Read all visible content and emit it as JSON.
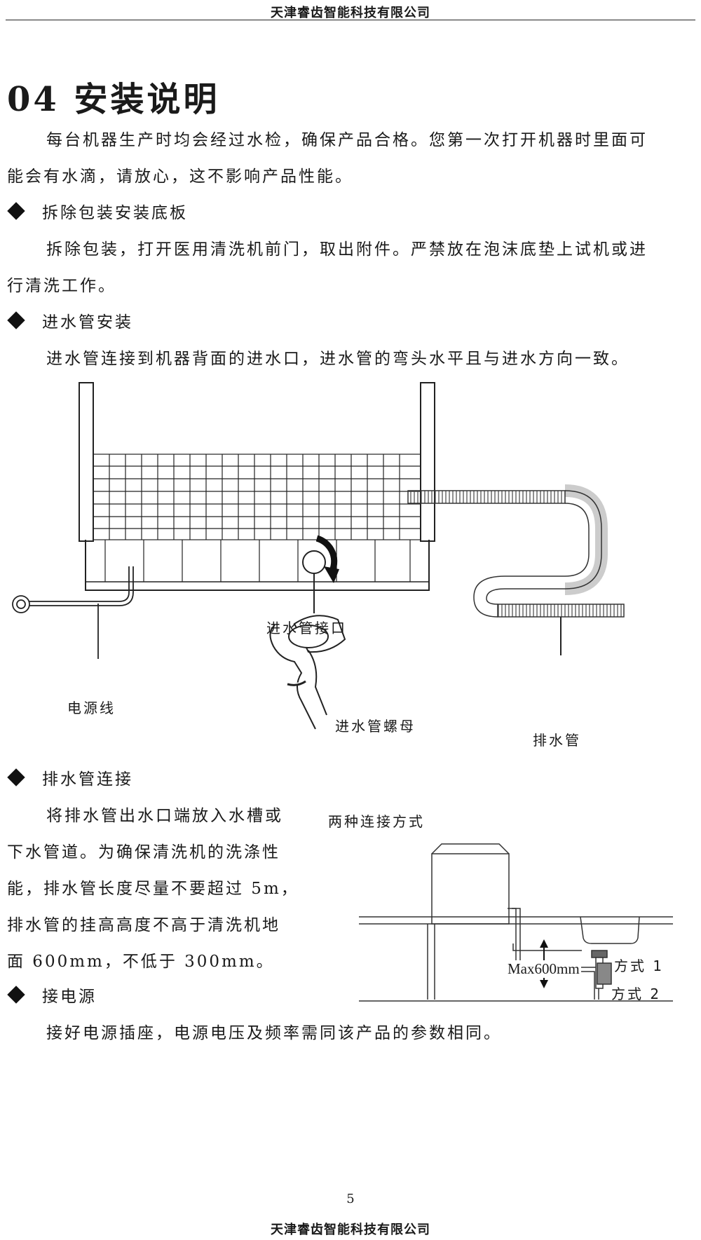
{
  "header": {
    "company": "天津睿齿智能科技有限公司"
  },
  "section": {
    "title": "04 安装说明"
  },
  "intro": {
    "line1": "每台机器生产时均会经过水检，确保产品合格。您第一次打开机器时里面可",
    "line2": "能会有水滴，请放心，这不影响产品性能。"
  },
  "unpack": {
    "heading": "拆除包装安装底板",
    "line1": "拆除包装，打开医用清洗机前门，取出附件。严禁放在泡沫底垫上试机或进",
    "line2": "行清洗工作。"
  },
  "inlet": {
    "heading": "进水管安装",
    "line1": "进水管连接到机器背面的进水口，进水管的弯头水平且与进水方向一致。"
  },
  "figure1": {
    "labels": {
      "inlet_port": "进水管接口",
      "power_cord": "电源线",
      "inlet_nut": "进水管螺母",
      "drain_pipe": "排水管"
    }
  },
  "drain": {
    "heading": "排水管连接",
    "lines": [
      "将排水管出水口端放入水槽或",
      "下水管道。为确保清洗机的洗涤性",
      "能，排水管长度尽量不要超过 5m，",
      "排水管的挂高高度不高于清洗机地",
      "面 600mm，不低于 300mm。"
    ]
  },
  "figure2": {
    "caption": "两种连接方式",
    "max_label": "Max600mm",
    "method1": "方式 1",
    "method2": "方式 2"
  },
  "power": {
    "heading": "接电源",
    "line1": "接好电源插座，电源电压及频率需同该产品的参数相同。"
  },
  "footer": {
    "page_number": "5",
    "company": "天津睿齿智能科技有限公司"
  }
}
